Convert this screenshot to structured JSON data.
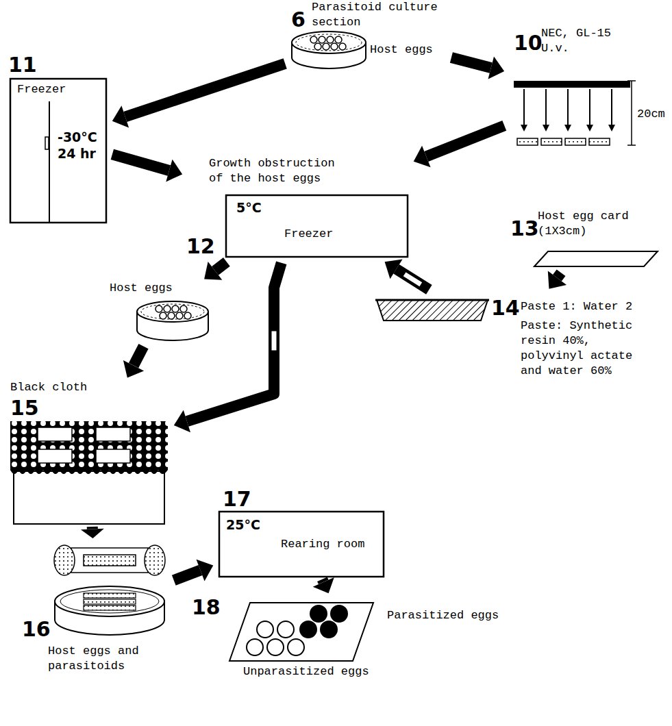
{
  "diagram": {
    "nodes": [
      {
        "text": [
          "6",
          "Parasitoid culture section",
          "Host eggs"
        ]
      },
      {
        "text": [
          "11",
          "Freezer",
          "-30°C 24 hr"
        ]
      },
      {
        "text": [
          "10",
          "NEC, GL-15 U.v.",
          "20cm"
        ]
      },
      {
        "text": [
          "Growth obstruction of the host eggs",
          "12",
          "5°C",
          "Freezer"
        ]
      },
      {
        "text": [
          "13",
          "Host egg card (1X3cm)"
        ]
      },
      {
        "text": [
          "14",
          "Paste 1: Water 2",
          "Paste: Synthetic resin 40%, polyvinyl actate and water 60%"
        ]
      },
      {
        "text": [
          "Host eggs"
        ]
      },
      {
        "text": [
          "Black cloth",
          "15"
        ]
      },
      {
        "text": [
          "16",
          "Host eggs and parasitoids"
        ]
      },
      {
        "text": [
          "17",
          "25°C",
          "Rearing room"
        ]
      },
      {
        "text": [
          "18",
          "Parasitized eggs",
          "Unparasitized eggs"
        ]
      }
    ],
    "edges": [
      {
        "from": 0,
        "to": 1,
        "arrow": "to"
      },
      {
        "from": 0,
        "to": 2,
        "arrow": "to"
      },
      {
        "from": 1,
        "to": 3,
        "arrow": "to"
      },
      {
        "from": 2,
        "to": 3,
        "arrow": "to"
      },
      {
        "from": 3,
        "to": 6,
        "arrow": "to"
      },
      {
        "from": 3,
        "to": 7,
        "arrow": "to"
      },
      {
        "from": 5,
        "to": 3,
        "arrow": "to"
      },
      {
        "from": 4,
        "to": 5,
        "arrow": "to"
      },
      {
        "from": 6,
        "to": 7,
        "arrow": "to"
      },
      {
        "from": 7,
        "to": 8,
        "arrow": "to"
      },
      {
        "from": 8,
        "to": 9,
        "arrow": "to"
      },
      {
        "from": 9,
        "to": 10,
        "arrow": "to"
      }
    ]
  }
}
